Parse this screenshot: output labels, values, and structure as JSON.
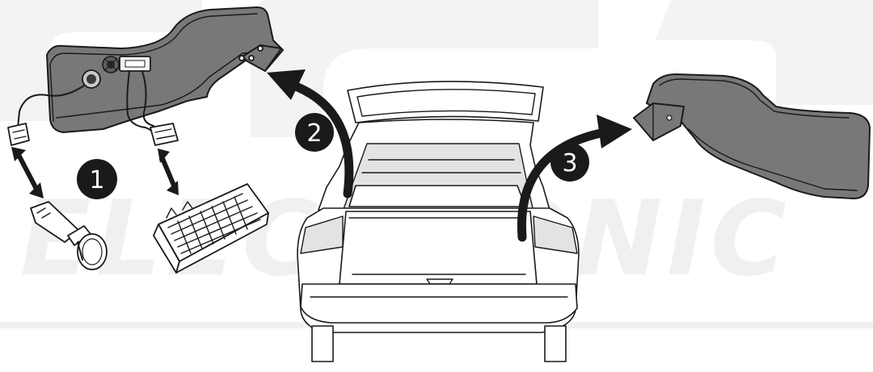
{
  "watermark": {
    "text": "ELECTRONIC",
    "color": "#f0f0f0"
  },
  "steps": [
    {
      "number": "1",
      "icon": "step-1-badge"
    },
    {
      "number": "2",
      "icon": "step-2-badge"
    },
    {
      "number": "3",
      "icon": "step-3-badge"
    }
  ],
  "colors": {
    "panel": "#787878",
    "badge": "#1a1a1a",
    "badge_text": "#ffffff",
    "outline": "#1a1a1a",
    "watermark": "#f0f0f0"
  }
}
